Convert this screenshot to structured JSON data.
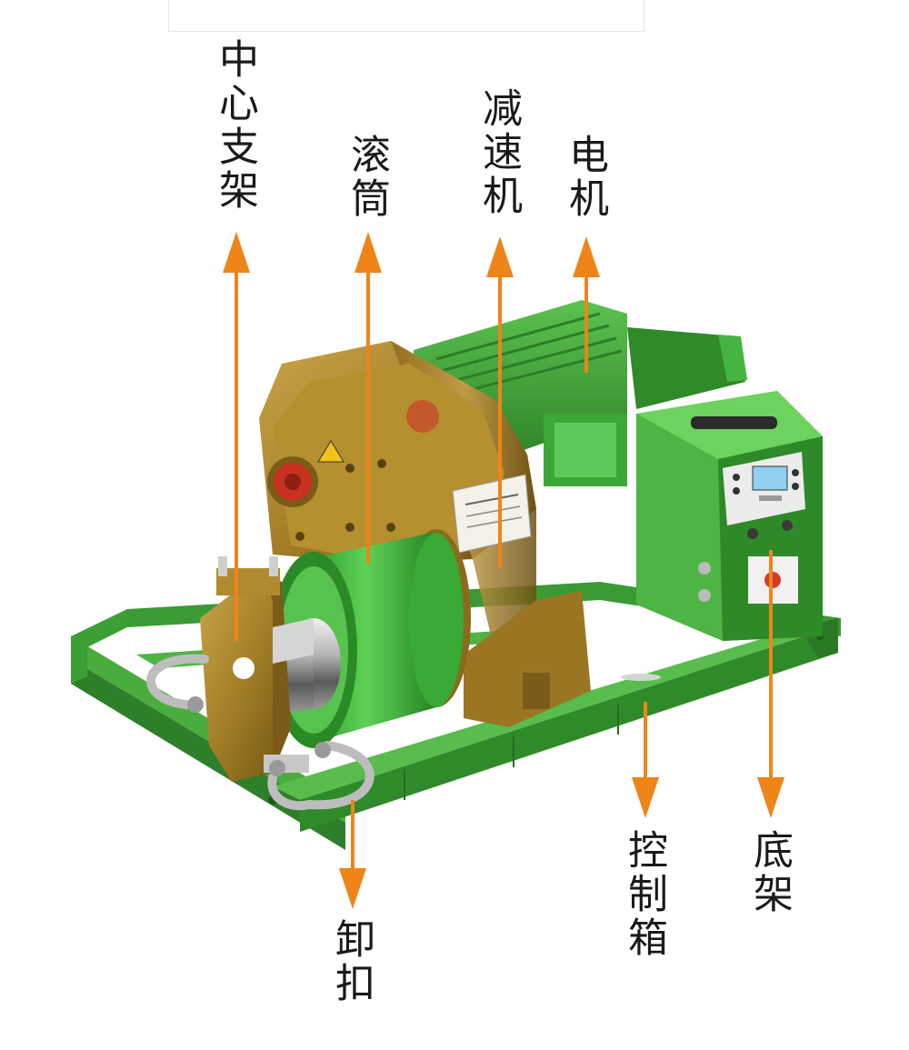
{
  "labels": {
    "center_bracket": "中心支架",
    "drum": "滚筒",
    "reducer": "减速机",
    "motor": "电机",
    "shackle": "卸扣",
    "control_box": "控制箱",
    "base_frame": "底架"
  },
  "colors": {
    "arrow": "#ef8419",
    "frame_green": "#3fa535",
    "frame_green_dark": "#2c7a26",
    "housing_gold": "#b08a2e",
    "housing_gold_dark": "#7a5c18",
    "drum_green": "#45b441",
    "cable_silver": "#c9c9c9",
    "lcd_blue": "#8fd0f0",
    "red_cap": "#c8321e"
  }
}
